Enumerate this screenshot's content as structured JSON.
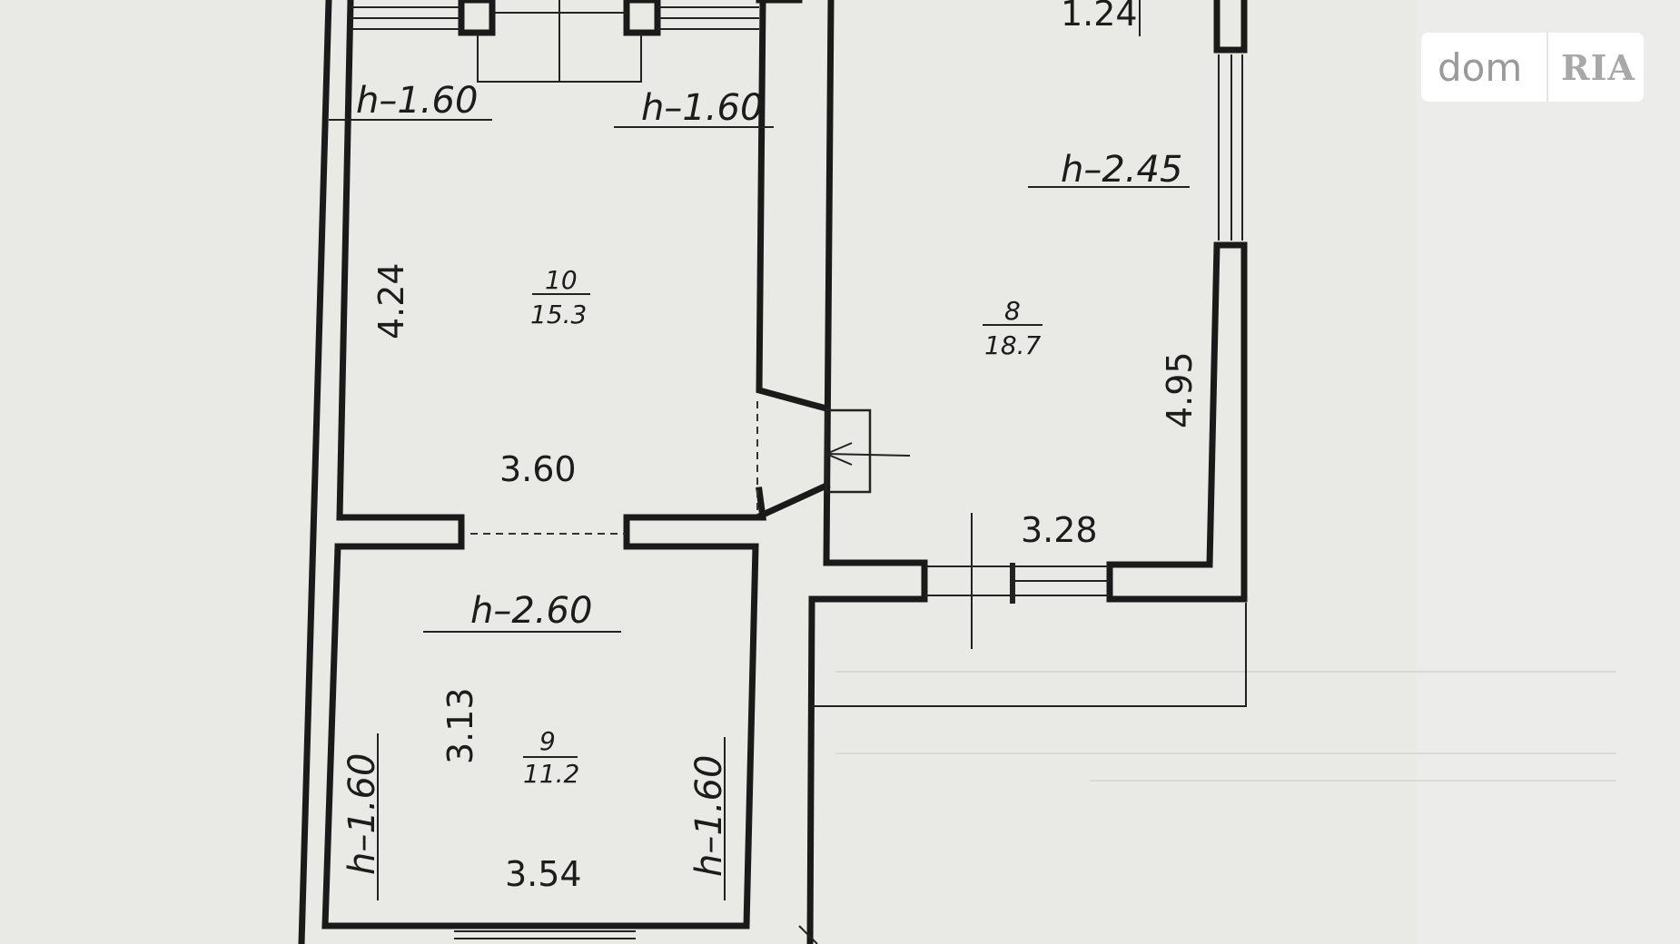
{
  "plan": {
    "rooms": [
      {
        "number": "10",
        "area": "15.3"
      },
      {
        "number": "8",
        "area": "18.7"
      },
      {
        "number": "9",
        "area": "11.2"
      }
    ],
    "dimensions": {
      "d_124": "1.24",
      "d_424": "4.24",
      "d_360": "3.60",
      "d_495": "4.95",
      "d_328": "3.28",
      "d_313": "3.13",
      "d_354": "3.54"
    },
    "heights": {
      "h1": "h–1.60",
      "h2": "h–1.60",
      "h3": "h–2.45",
      "h4": "h–2.60",
      "h5": "h–1.60",
      "h6": "h–1.60"
    }
  },
  "logo": {
    "dom": "dom",
    "ria": "RIA"
  }
}
